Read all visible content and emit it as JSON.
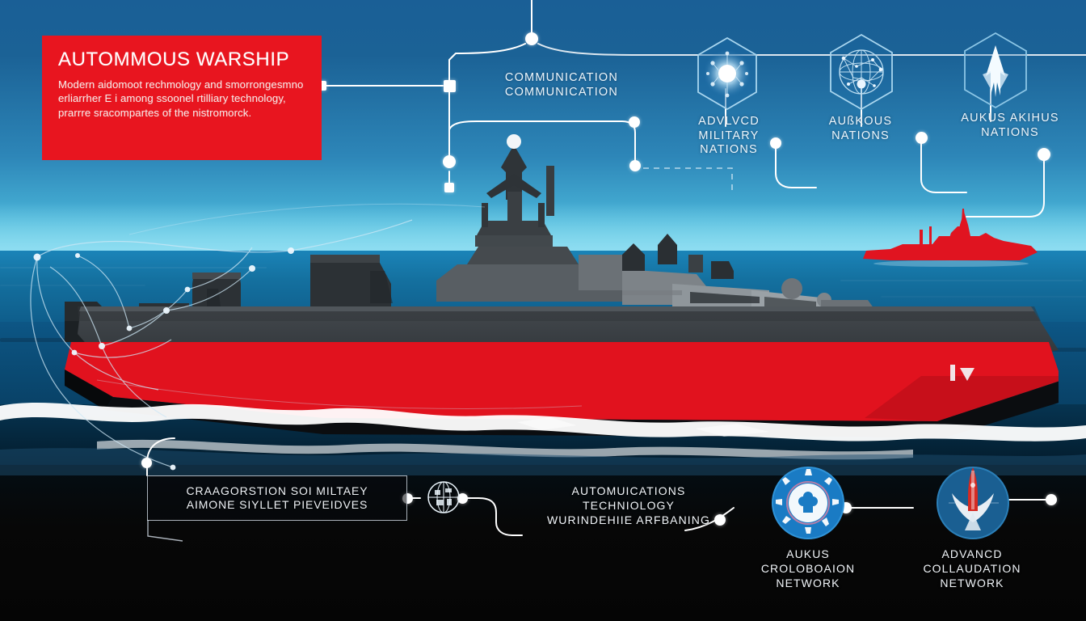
{
  "scene": {
    "type": "naval-infographic",
    "background_description": "Stylized warship at sea with network connection overlay"
  },
  "colors": {
    "brand_red": "#e8151f",
    "sky_blue": "#1a5f96",
    "sea_deep": "#073c5f",
    "accent_white": "#ffffff",
    "hull_grey": "#3b4044",
    "panel_dark": "#080a0c"
  },
  "callout_red": {
    "title": "AUTOMMOUS WARSHIP",
    "body": "Modern aidomoot rechmology and\nsmorrongesmno erliarrher E i\namong ssoonel rtilliary technology,\nprarrre sracompartes of the\nnistromorck."
  },
  "top_labels": {
    "communication": "COMMUNICATION\nCOMMUNICATION"
  },
  "hex_nodes": [
    {
      "icon": "glowing-network-core-icon",
      "label": "ADVLVCD\nMILITARY\nNATIONS"
    },
    {
      "icon": "globe-network-icon",
      "label": "AUßKOUS\nNATIONS"
    },
    {
      "icon": "ship-arrow-icon",
      "label": "AUKUS AKIHUS\nNATIONS"
    }
  ],
  "bottom_callout": {
    "text": "CRAAGORSTION SOI MILTAEY\nAIMONE SIYLLET PIEVEIDVES"
  },
  "bottom_center_label": {
    "text": "AUTOMUICATIONS\nTECHNIOLOGY\nWURINDEHIIE ARFBANING"
  },
  "emblems": [
    {
      "icon": "aukus-seal-icon",
      "label": "AUKUS\nCROLOBOAION\nNETWORK"
    },
    {
      "icon": "rocket-wings-icon",
      "label": "ADVANCD\nCOLLAUDATION\nNETWORK"
    }
  ],
  "small_icons": {
    "globe_connector": "globe-connector-icon"
  },
  "vessels": {
    "main": "autonomous-warship",
    "horizon": "red-warship-silhouette"
  }
}
